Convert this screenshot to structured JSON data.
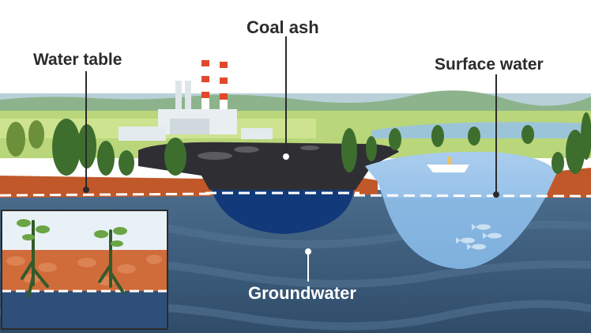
{
  "labels": {
    "coal_ash": "Coal ash",
    "water_table": "Water table",
    "surface_water": "Surface water",
    "groundwater": "Groundwater"
  },
  "colors": {
    "sky": "#ffffff",
    "groundwater": "#3b5a7a",
    "coal_ash": "#2f2f33",
    "ash_leak": "#123a7a",
    "surface_water": "#9ec6ea",
    "soil": "#c0582a",
    "water_table_line": "#ffffff",
    "trees": "#3d6e2e"
  },
  "icons": [
    "power-plant-icon",
    "boat-icon",
    "fish-icon",
    "tree-icon",
    "soil-cutaway-inset"
  ]
}
